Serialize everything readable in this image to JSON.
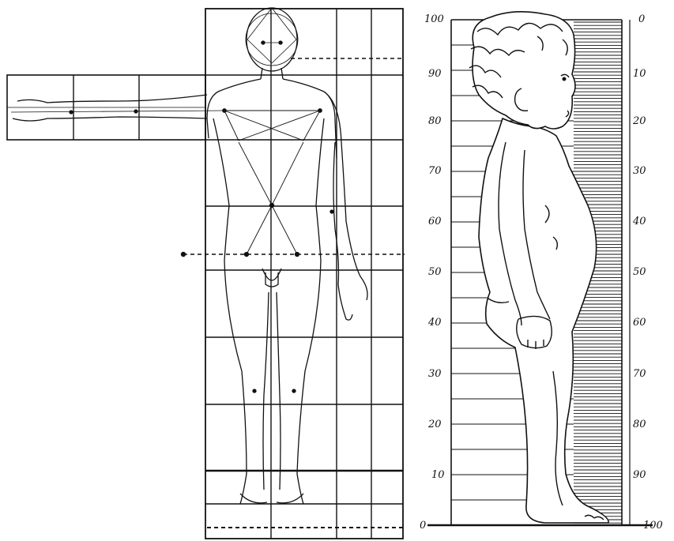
{
  "left_scale": [
    "100",
    "90",
    "80",
    "70",
    "60",
    "50",
    "40",
    "30",
    "20",
    "10",
    "0"
  ],
  "right_scale": [
    "0",
    "10",
    "20",
    "30",
    "40",
    "50",
    "60",
    "70",
    "80",
    "90",
    "100"
  ],
  "colors": {
    "ink": "#111111",
    "paper": "#ffffff"
  }
}
